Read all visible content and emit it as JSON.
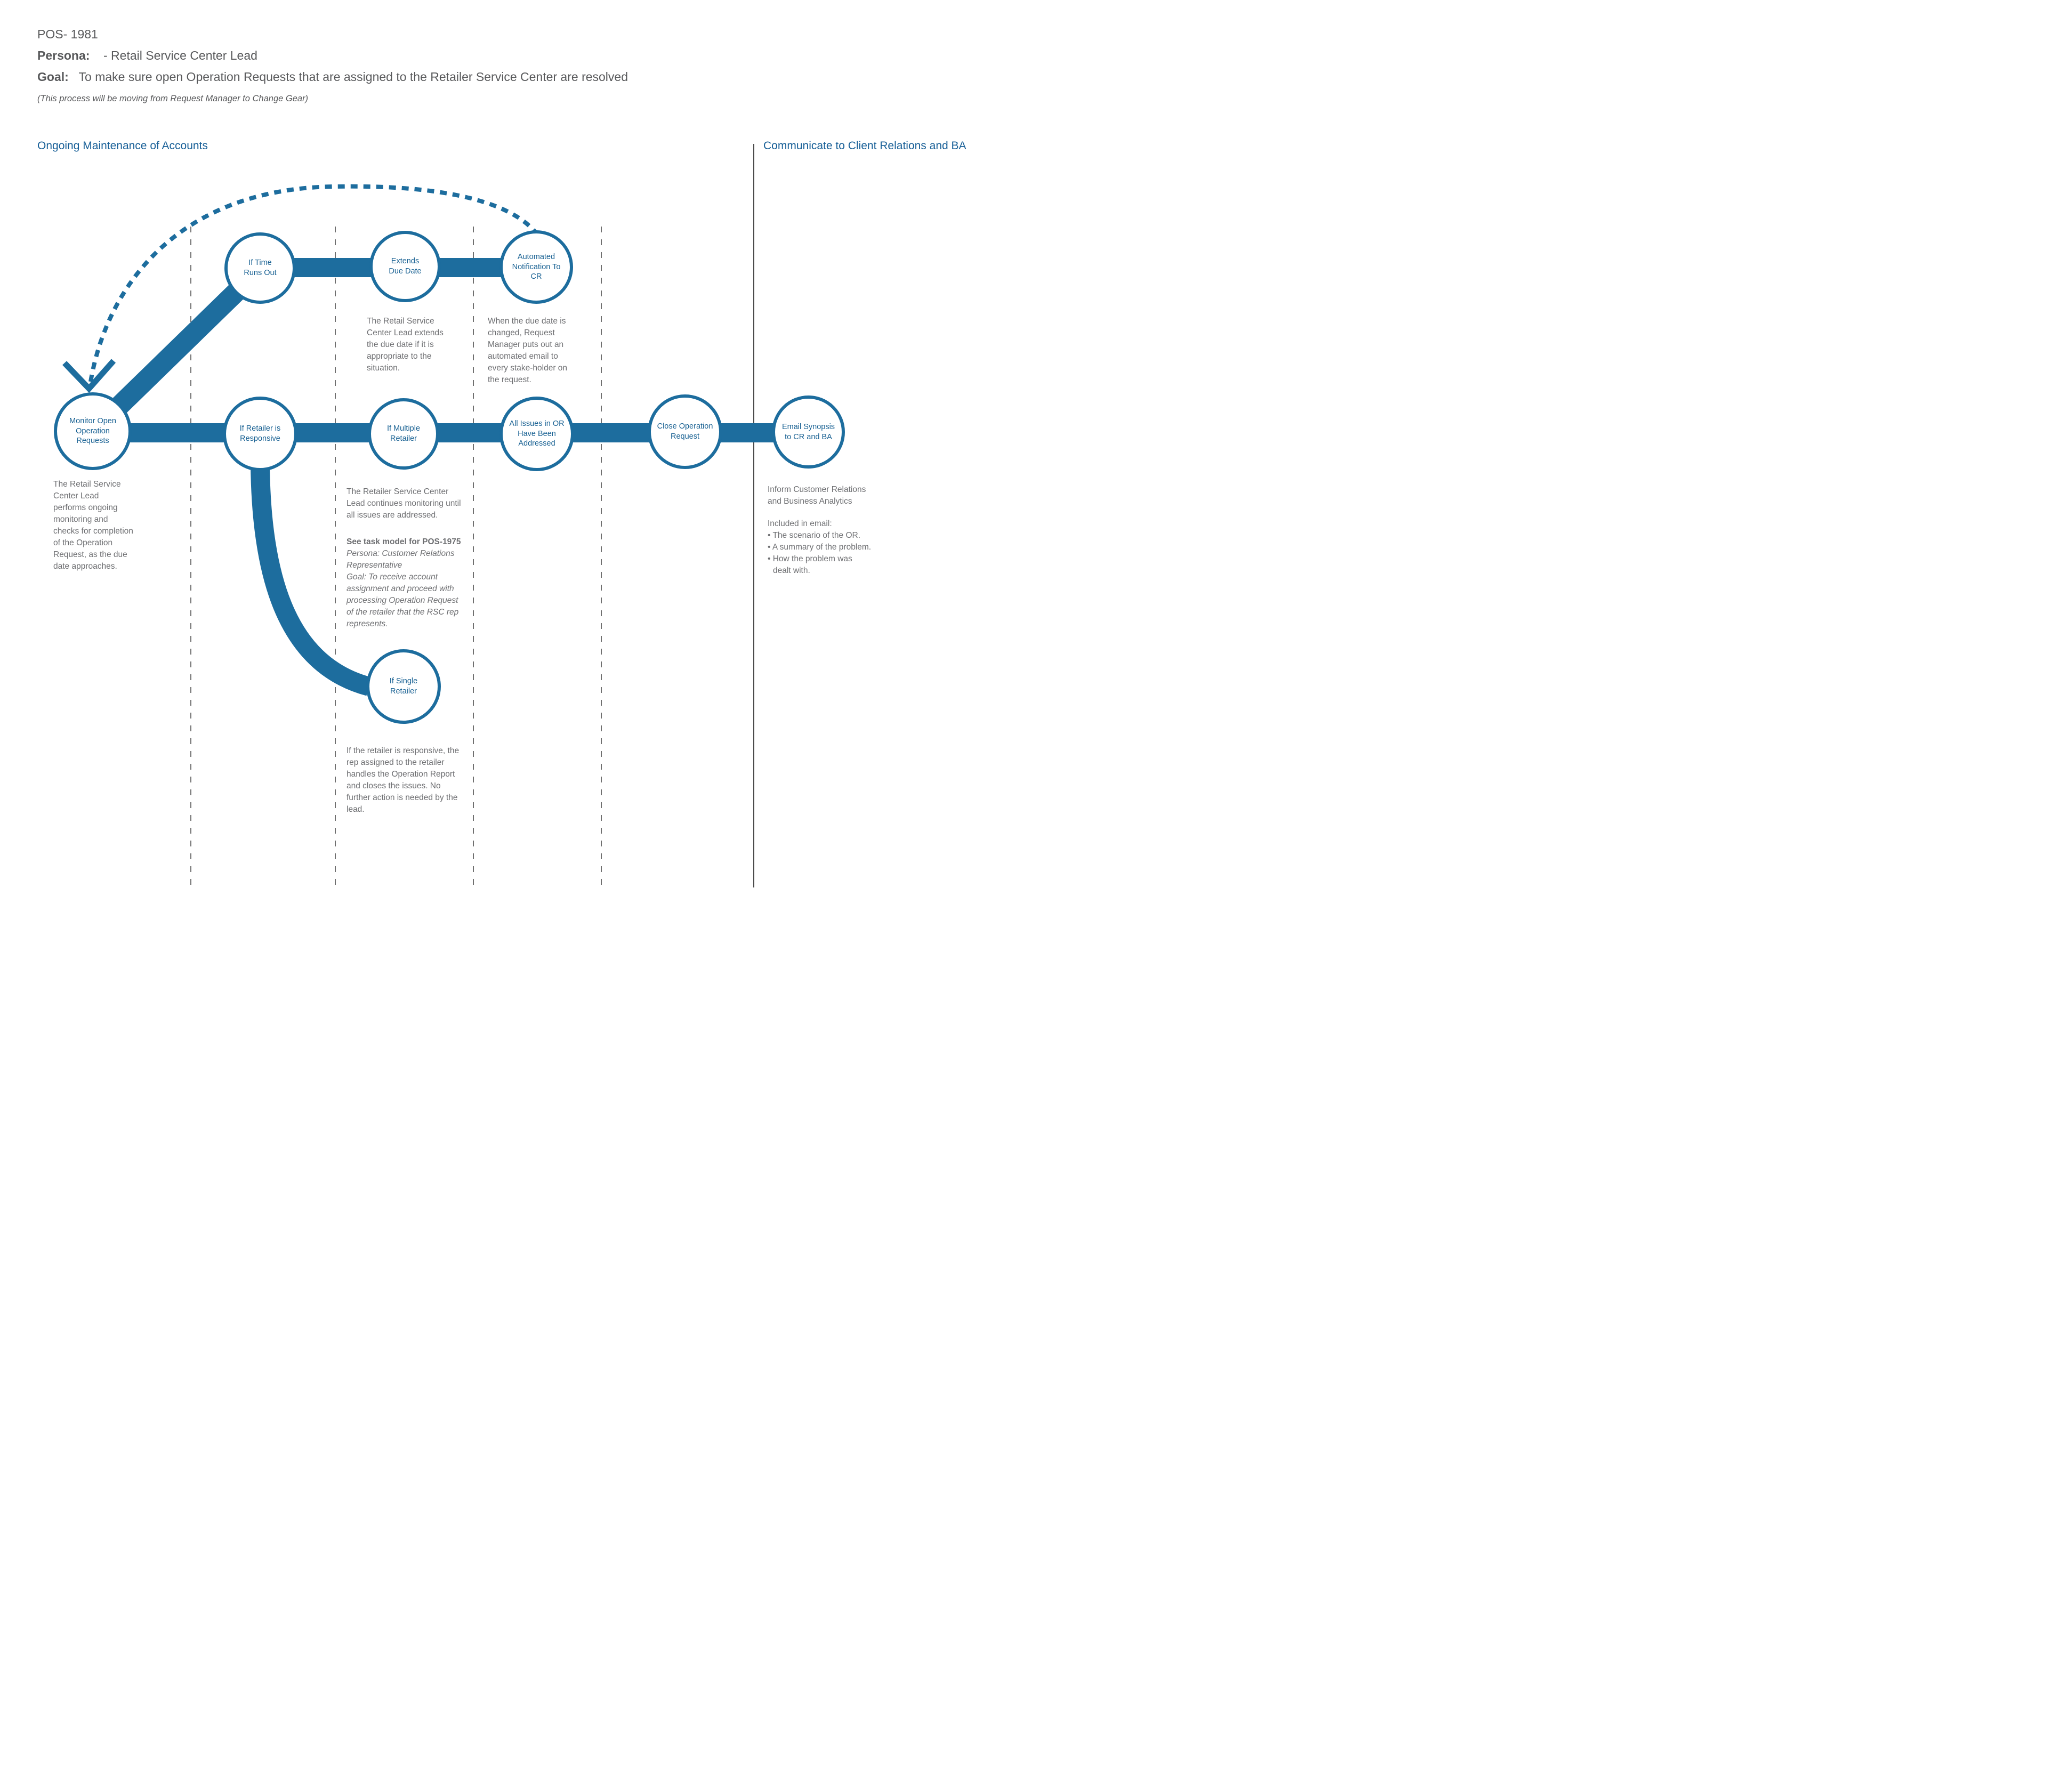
{
  "header": {
    "id": "POS- 1981",
    "persona_label": "Persona:",
    "persona_value": "- Retail Service Center Lead",
    "goal_label": "Goal:",
    "goal_value": "To make sure open Operation Requests that are assigned to the Retailer Service Center are resolved",
    "note": "(This process will be moving from Request Manager  to Change Gear)"
  },
  "sections": {
    "left_title": "Ongoing Maintenance of Accounts",
    "right_title": "Communicate to Client Relations and BA"
  },
  "nodes": {
    "monitor": {
      "label": "Monitor Open Operation Requests"
    },
    "if_time": {
      "label": "If Time Runs Out"
    },
    "extends": {
      "label": "Extends Due Date"
    },
    "automated": {
      "label": "Automated Notification To CR"
    },
    "if_retailer": {
      "label": "If Retailer is Responsive"
    },
    "if_multiple": {
      "label": "If Multiple Retailer"
    },
    "all_issues": {
      "label": "All Issues in OR Have Been Addressed"
    },
    "close": {
      "label": "Close Operation Request"
    },
    "email": {
      "label": "Email Synopsis to CR and BA"
    },
    "if_single": {
      "label": "If Single Retailer"
    }
  },
  "annotations": {
    "monitor_note": "The Retail Service Center Lead performs ongoing monitoring and checks for completion of the Operation Request, as the due date approaches.",
    "extends_note": "The Retail Service Center Lead extends the due date if it is appropriate to the situation.",
    "automated_note": "When the due date is changed, Request Manager puts out an automated email to every stake-holder on the request.",
    "multiple_note": {
      "para": "The Retailer Service Center Lead continues monitoring until all issues are addressed.",
      "see": "See task model for POS-1975",
      "persona": "Persona: Customer Relations Representative",
      "goal": "Goal: To receive account assignment and proceed with processing Operation Request of the retailer that the RSC rep represents."
    },
    "single_note": "If the retailer is responsive, the rep assigned to the retailer handles the Operation Report and closes the issues. No further action is needed by the lead.",
    "email_note": {
      "intro": "Inform Customer Relations and Business Analytics",
      "included": "Included in email:",
      "bullets": [
        "• The scenario of the OR.",
        "• A summary of the problem.",
        "• How the problem was dealt with."
      ]
    }
  },
  "colors": {
    "accent": "#1d6d9e",
    "label_blue": "#176092",
    "heading_blue": "#175f97",
    "body_gray": "#6d6e71",
    "header_gray": "#58595b",
    "lane_gray": "#4d4d4d"
  }
}
